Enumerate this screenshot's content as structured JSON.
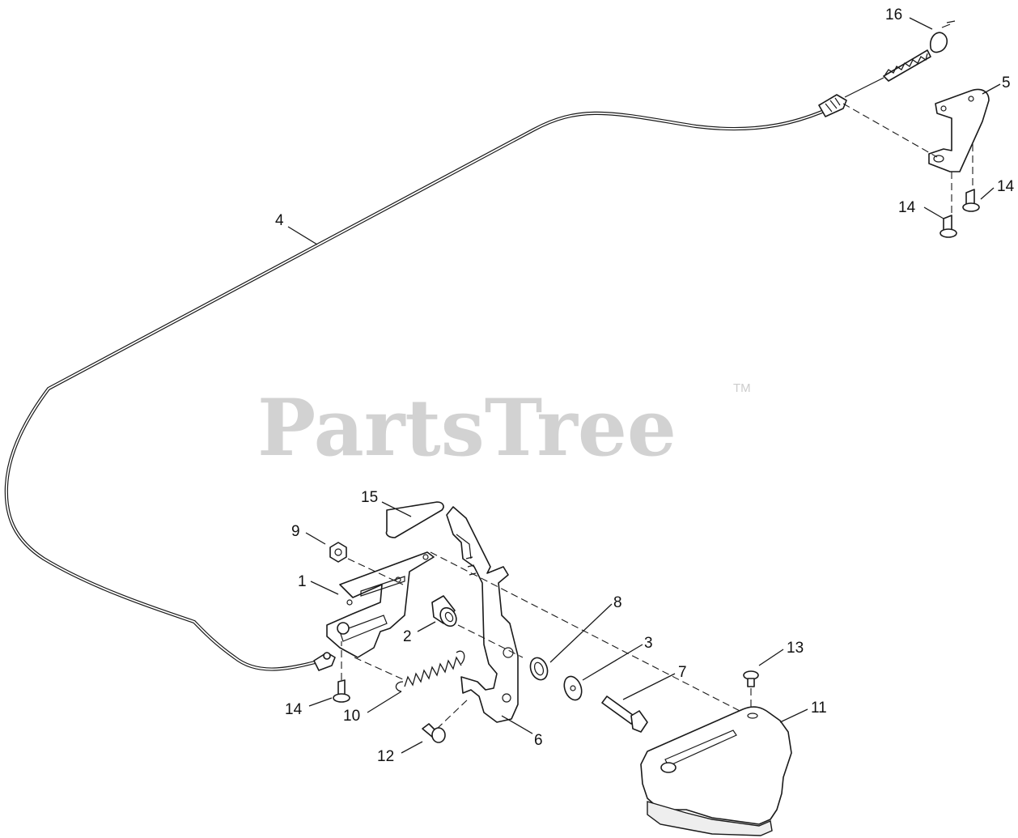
{
  "watermark": {
    "brand": "PartsTree",
    "trademark": "TM"
  },
  "callouts": {
    "c1": "1",
    "c2": "2",
    "c3": "3",
    "c4": "4",
    "c5": "5",
    "c6": "6",
    "c7": "7",
    "c8": "8",
    "c9": "9",
    "c10": "10",
    "c11": "11",
    "c12": "12",
    "c13": "13",
    "c14a": "14",
    "c14b": "14",
    "c14c": "14",
    "c15": "15",
    "c16": "16"
  },
  "colors": {
    "line": "#1a1a1a",
    "watermark": "#d2d2d2",
    "background": "#ffffff"
  }
}
